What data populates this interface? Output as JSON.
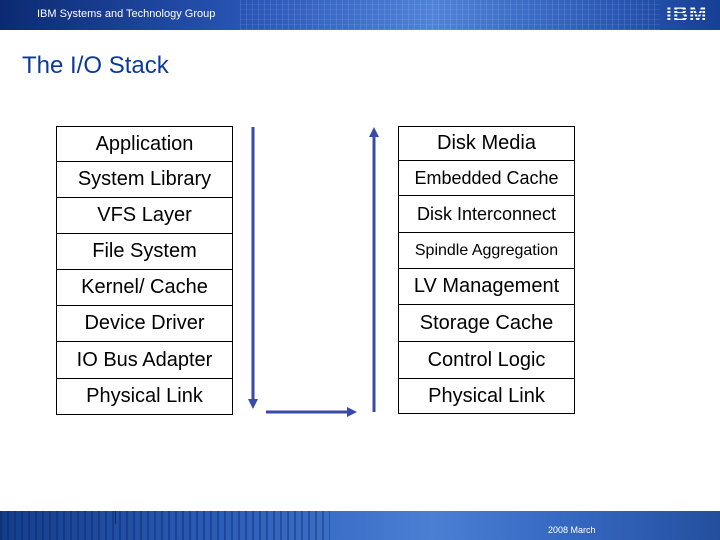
{
  "header": {
    "text": "IBM Systems and Technology Group",
    "logo": "IBM"
  },
  "title": "The I/O Stack",
  "left_stack": [
    {
      "label": "Application",
      "h": 36,
      "size": 20
    },
    {
      "label": "System Library",
      "h": 36,
      "size": 20
    },
    {
      "label": "VFS Layer",
      "h": 36,
      "size": 20
    },
    {
      "label": "File System",
      "h": 36,
      "size": 20
    },
    {
      "label": "Kernel/ Cache",
      "h": 36,
      "size": 20
    },
    {
      "label": "Device Driver",
      "h": 36,
      "size": 20
    },
    {
      "label": "IO Bus Adapter",
      "h": 37,
      "size": 20
    },
    {
      "label": "Physical Link",
      "h": 36,
      "size": 20
    }
  ],
  "right_stack": [
    {
      "label": "Disk Media",
      "h": 35,
      "size": 20
    },
    {
      "label": "Embedded Cache",
      "h": 35,
      "size": 18
    },
    {
      "label": "Disk Interconnect",
      "h": 37,
      "size": 18
    },
    {
      "label": "Spindle Aggregation",
      "h": 36,
      "size": 16
    },
    {
      "label": "LV Management",
      "h": 36,
      "size": 20
    },
    {
      "label": "Storage Cache",
      "h": 37,
      "size": 20
    },
    {
      "label": "Control Logic",
      "h": 37,
      "size": 20
    },
    {
      "label": "Physical Link",
      "h": 35,
      "size": 20
    }
  ],
  "footer": {
    "text": "2008 March"
  }
}
